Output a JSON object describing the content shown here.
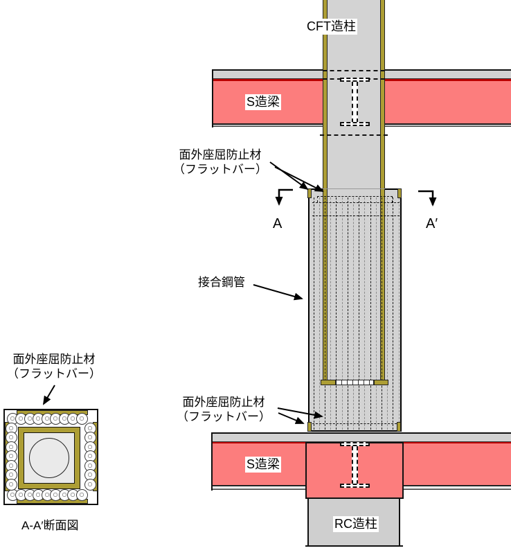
{
  "diagram": {
    "labels": {
      "cft_column": "CFT造柱",
      "s_beam_top": "S造梁",
      "s_beam_bottom": "S造梁",
      "rc_column": "RC造柱",
      "joint_pipe": "接合鋼管",
      "section_marker_a": "A",
      "section_marker_a_prime": "A′",
      "section_title": "A-A′断面図"
    },
    "annotations": {
      "flat_bar_upper": {
        "line1": "面外座屈防止材",
        "line2": "（フラットバー）"
      },
      "flat_bar_lower": {
        "line1": "面外座屈防止材",
        "line2": "（フラットバー）"
      },
      "flat_bar_section": {
        "line1": "面外座屈防止材",
        "line2": "（フラットバー）"
      }
    },
    "colors": {
      "steel_gray": "#d3d3d3",
      "slab_gray": "#d2d2d2",
      "beam_pink": "#fc7d7d",
      "beam_red": "#bb0000",
      "flat_bar_olive": "#ad9e35",
      "rc_gray": "#cfcfcf",
      "outline": "#000000"
    }
  }
}
